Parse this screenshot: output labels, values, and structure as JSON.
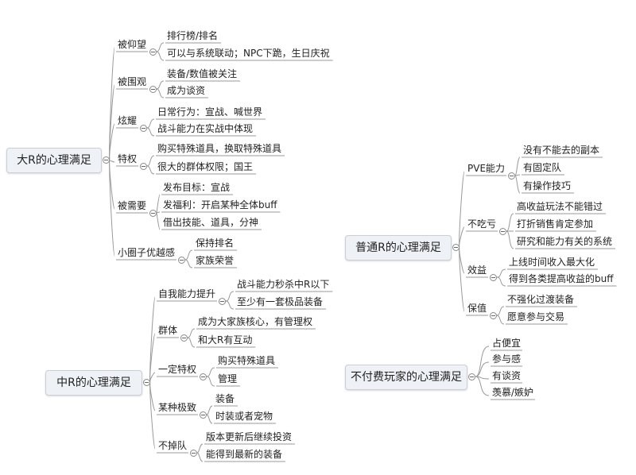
{
  "maps": [
    {
      "root": "大R的心理满足",
      "branches": [
        {
          "label": "被仰望",
          "leaves": [
            "排行榜/排名",
            "可以与系统联动；NPC下跪，生日庆祝"
          ]
        },
        {
          "label": "被围观",
          "leaves": [
            "装备/数值被关注",
            "成为谈资"
          ]
        },
        {
          "label": "炫耀",
          "leaves": [
            "日常行为：宣战、喊世界",
            "战斗能力在实战中体现"
          ]
        },
        {
          "label": "特权",
          "leaves": [
            "购买特殊道具，换取特殊道具",
            "很大的群体权限；国王"
          ]
        },
        {
          "label": "被需要",
          "leaves": [
            "发布目标：宣战",
            "发福利：开启某种全体buff",
            "借出技能、道具，分神"
          ]
        },
        {
          "label": "小圈子优越感",
          "leaves": [
            "保持排名",
            "家族荣誉"
          ]
        }
      ]
    },
    {
      "root": "中R的心理满足",
      "branches": [
        {
          "label": "自我能力提升",
          "leaves": [
            "战斗能力秒杀中R以下",
            "至少有一套极品装备"
          ]
        },
        {
          "label": "群体",
          "leaves": [
            "成为大家族核心，有管理权",
            "和大R有互动"
          ]
        },
        {
          "label": "一定特权",
          "leaves": [
            "购买特殊道具",
            "管理"
          ]
        },
        {
          "label": "某种极致",
          "leaves": [
            "装备",
            "时装或者宠物"
          ]
        },
        {
          "label": "不掉队",
          "leaves": [
            "版本更新后继续投资",
            "能得到最新的装备"
          ]
        }
      ]
    },
    {
      "root": "普通R的心理满足",
      "branches": [
        {
          "label": "PVE能力",
          "leaves": [
            "没有不能去的副本",
            "有固定队",
            "有操作技巧"
          ]
        },
        {
          "label": "不吃亏",
          "leaves": [
            "高收益玩法不能错过",
            "打折销售肯定参加",
            "研究和能力有关的系统"
          ]
        },
        {
          "label": "效益",
          "leaves": [
            "上线时间收入最大化",
            "得到各类提高收益的buff"
          ]
        },
        {
          "label": "保值",
          "leaves": [
            "不强化过渡装备",
            "愿意参与交易"
          ]
        }
      ]
    },
    {
      "root": "不付费玩家的心理满足",
      "branches": [
        {
          "label": "占便宜",
          "leaves": []
        },
        {
          "label": "参与感",
          "leaves": []
        },
        {
          "label": "有谈资",
          "leaves": []
        },
        {
          "label": "羡慕/嫉妒",
          "leaves": []
        }
      ]
    }
  ]
}
